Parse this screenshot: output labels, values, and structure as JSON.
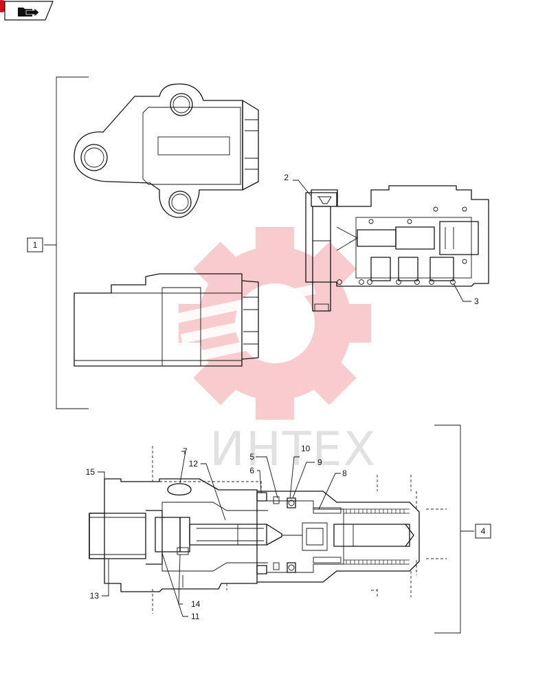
{
  "nav_icon": {
    "name": "folder-arrow-icon",
    "badge_color": "#d0101b"
  },
  "watermark": {
    "text": "ИНТЕХ",
    "color": "#f0646d"
  },
  "callouts": {
    "c1": "1",
    "c2": "2",
    "c3": "3",
    "c4": "4",
    "c5": "5",
    "c6": "6",
    "c7": "7",
    "c8": "8",
    "c9": "9",
    "c10": "10",
    "c11": "11",
    "c12": "12",
    "c13": "13",
    "c14": "14",
    "c15": "15"
  }
}
